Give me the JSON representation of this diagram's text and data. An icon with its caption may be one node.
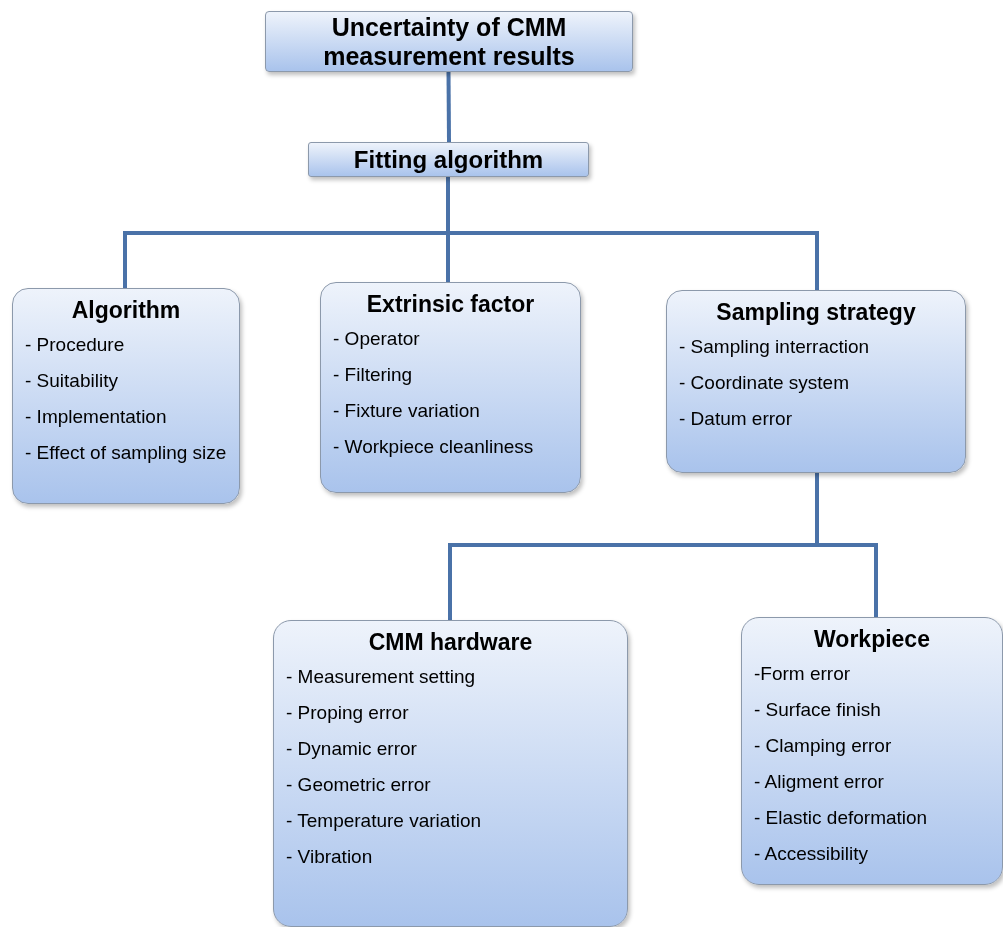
{
  "diagram": {
    "nodes": [
      {
        "text": [
          "Uncertainty of CMM measurement results"
        ]
      },
      {
        "text": [
          "Fitting algorithm"
        ]
      },
      {
        "text": [
          "Algorithm",
          "- Procedure",
          "- Suitability",
          "- Implementation",
          "- Effect of sampling size"
        ]
      },
      {
        "text": [
          "Extrinsic factor",
          "- Operator",
          "- Filtering",
          "- Fixture variation",
          "- Workpiece cleanliness"
        ]
      },
      {
        "text": [
          "Sampling strategy",
          "- Sampling interraction",
          "- Coordinate system",
          "- Datum error"
        ]
      },
      {
        "text": [
          "CMM hardware",
          "- Measurement setting",
          "- Proping error",
          "- Dynamic error",
          "- Geometric error",
          "- Temperature variation",
          "- Vibration"
        ]
      },
      {
        "text": [
          "Workpiece",
          "-Form error",
          "- Surface finish",
          "- Clamping error",
          "- Aligment error",
          "- Elastic deformation",
          "- Accessibility"
        ]
      }
    ],
    "edges": [
      {
        "from": 0,
        "to": 1,
        "arrow": "none"
      },
      {
        "from": 1,
        "to": 2,
        "arrow": "none"
      },
      {
        "from": 1,
        "to": 3,
        "arrow": "none"
      },
      {
        "from": 1,
        "to": 4,
        "arrow": "none"
      },
      {
        "from": 4,
        "to": 5,
        "arrow": "none"
      },
      {
        "from": 4,
        "to": 6,
        "arrow": "none"
      }
    ]
  }
}
